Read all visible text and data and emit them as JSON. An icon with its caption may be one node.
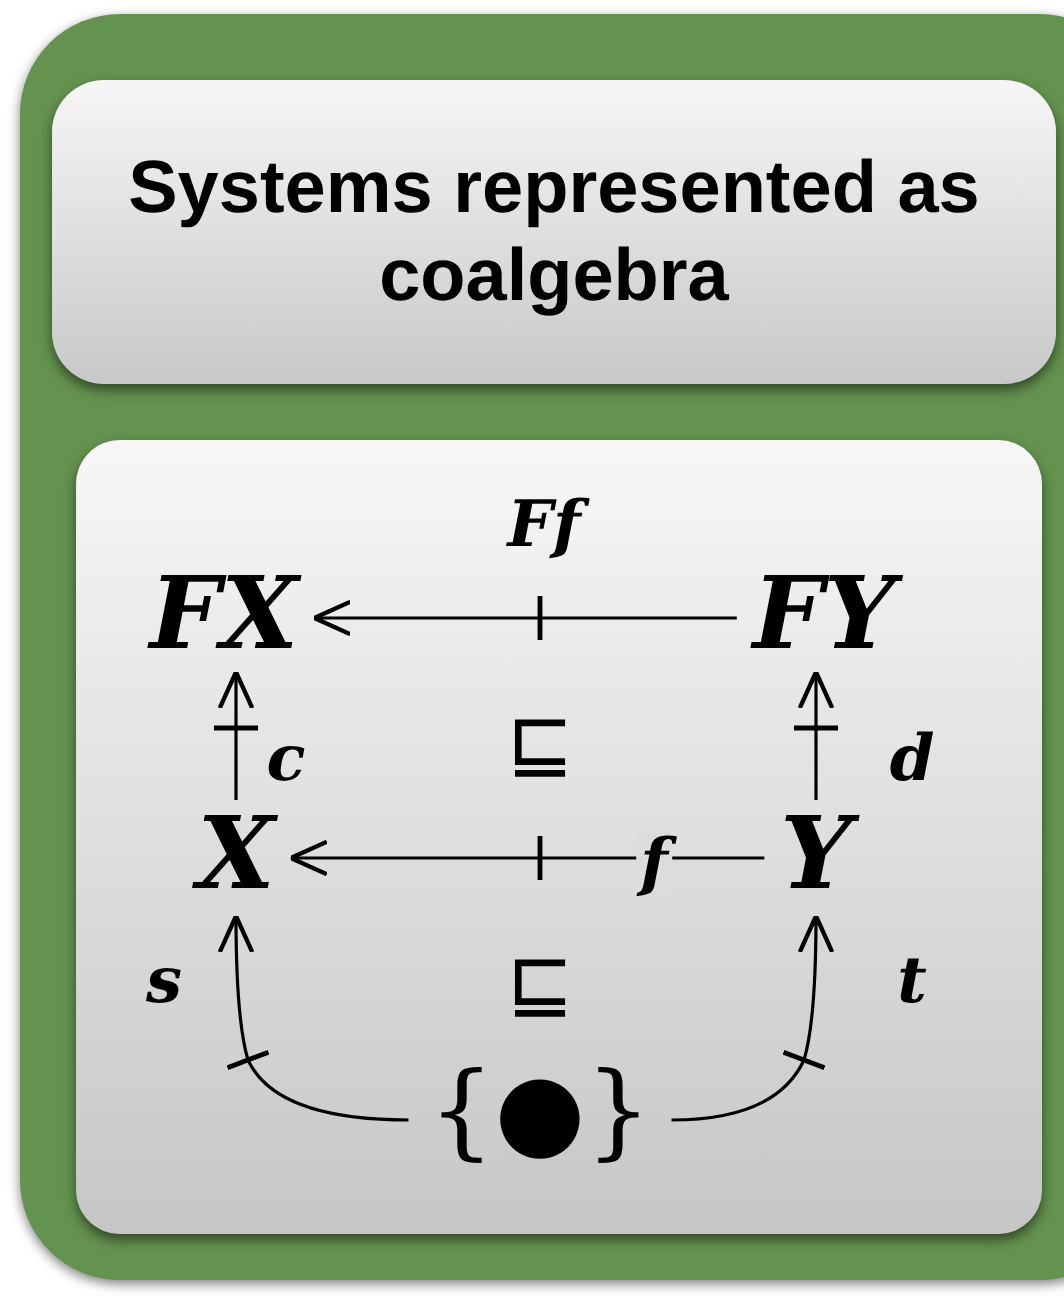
{
  "diagram": {
    "title": "Systems represented as coalgebra",
    "nodes": [
      {
        "text": [
          "FX"
        ]
      },
      {
        "text": [
          "FY"
        ]
      },
      {
        "text": [
          "X"
        ]
      },
      {
        "text": [
          "Y"
        ]
      },
      {
        "text": [
          "{●}"
        ]
      }
    ],
    "edges": [
      {
        "from": 1,
        "to": 0,
        "arrow": "to",
        "label": "Ff"
      },
      {
        "from": 2,
        "to": 0,
        "arrow": "to",
        "label": "c"
      },
      {
        "from": 3,
        "to": 1,
        "arrow": "to",
        "label": "d"
      },
      {
        "from": 3,
        "to": 2,
        "arrow": "to",
        "label": "f"
      },
      {
        "from": 4,
        "to": 2,
        "arrow": "to",
        "label": "s"
      },
      {
        "from": 4,
        "to": 3,
        "arrow": "to",
        "label": "t"
      }
    ],
    "labels": [
      "⊑",
      "⊑"
    ]
  }
}
